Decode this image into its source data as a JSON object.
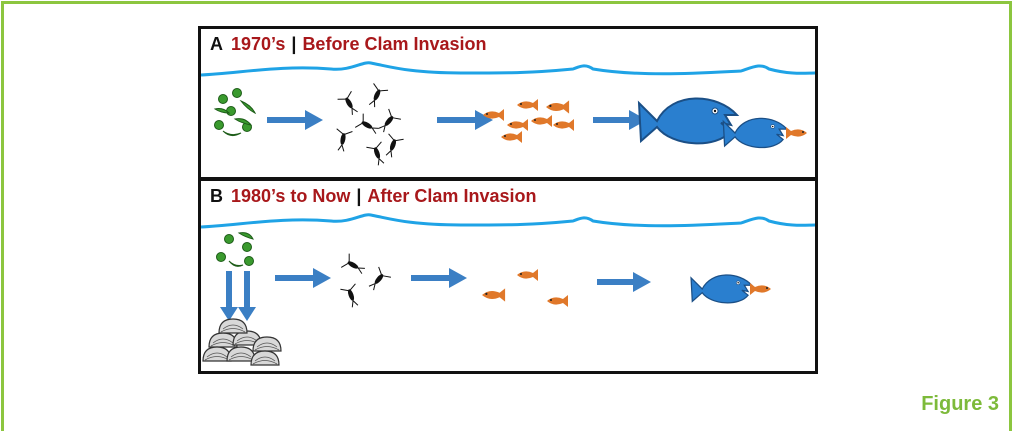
{
  "panels": [
    {
      "letter": "A",
      "era": "1970’s",
      "separator": "|",
      "label": "Before Clam Invasion",
      "chain": [
        "phytoplankton-icon",
        "zooplankton-icon",
        "small-fish-icon",
        "predator-fish-icon"
      ]
    },
    {
      "letter": "B",
      "era": "1980’s to Now",
      "separator": "|",
      "label": "After Clam Invasion",
      "chain": [
        "phytoplankton-icon",
        "zooplankton-icon",
        "small-fish-icon",
        "predator-fish-icon",
        "clam-icon"
      ]
    }
  ],
  "figure_label": "Figure 3",
  "colors": {
    "frame": "#8cc63f",
    "water_line": "#1fa3e6",
    "arrow": "#3b7fc4",
    "title_red": "#a8181b",
    "algae": "#3a9a2e",
    "small_fish": "#e0782a",
    "big_fish": "#2a7fcf",
    "figure_label": "#7dba3a"
  }
}
